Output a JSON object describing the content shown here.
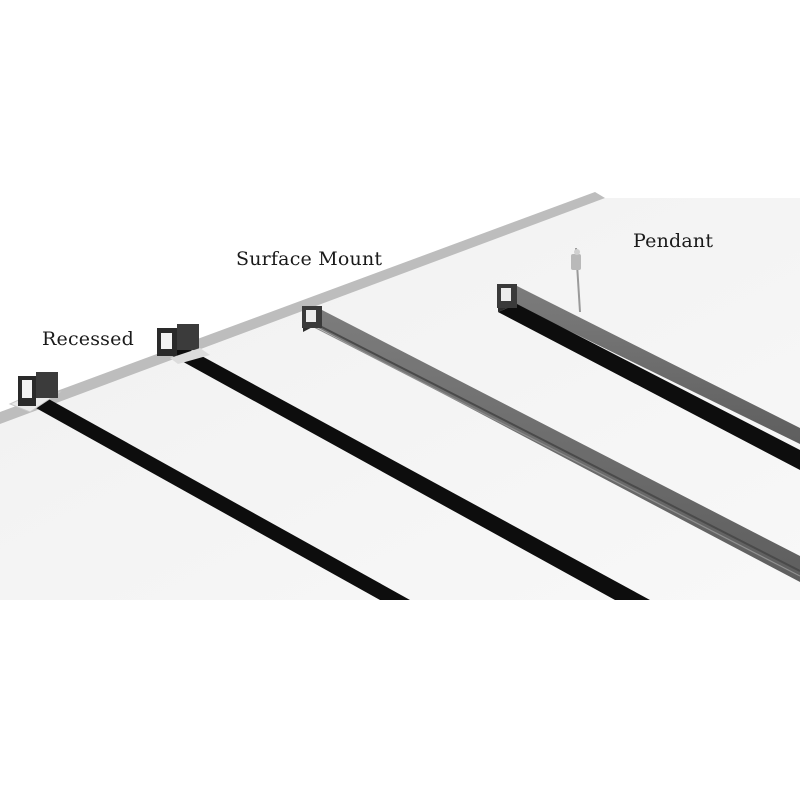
{
  "labels": {
    "recessed": "Recessed",
    "surface_mount": "Surface Mount",
    "pendant": "Pendant"
  },
  "colors": {
    "background": "#ffffff",
    "ceiling": "#f4f4f4",
    "ceiling_edge": "#b8b8b8",
    "track_black": "#0d0d0d",
    "track_gray": "#6b6b6b",
    "track_highlight": "#8a8a8a"
  }
}
